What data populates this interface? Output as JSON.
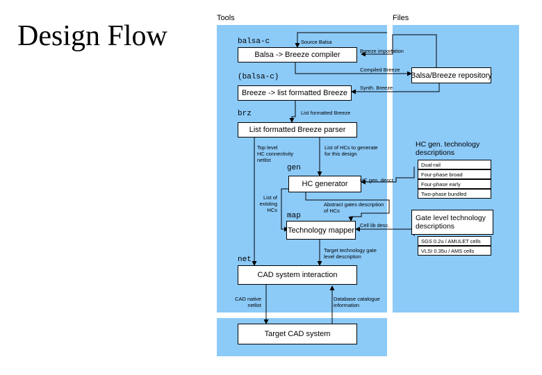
{
  "title": "Design Flow",
  "columns": {
    "tools": "Tools",
    "files": "Files"
  },
  "flow": {
    "balsa_c_cmd": "balsa-c",
    "source_balsa": "Source Balsa",
    "breeze_importation": "Breeze importation",
    "balsa_compiler": "Balsa -> Breeze compiler",
    "compiled_breeze": "Compiled Breeze",
    "balsa_c_paren": "(balsa-c)",
    "repository": "Balsa/Breeze repository",
    "synth_breeze": "Synth. Breeze",
    "list_formatter": "Breeze -> list formatted Breeze",
    "brz_cmd": "brz",
    "list_formatted_breeze": "List formatted Breeze",
    "parser": "List formatted Breeze parser",
    "top_level_netlist": [
      "Top level",
      "HC connectivity",
      "netlist"
    ],
    "list_hcs_generate": [
      "List of HCs to generate",
      "for this design"
    ],
    "gen_cmd": "gen",
    "hc_gen_descr": "HC gen. descr.",
    "hc_generator": "HC generator",
    "list_existing_hcs": [
      "List of",
      "existing",
      "HCs"
    ],
    "map_cmd": "map",
    "abstract_gates": [
      "Abstract gates description",
      "of HCs"
    ],
    "cell_lib_desc": "Cell lib desc.",
    "tech_mapper": "Technology mapper",
    "target_gate_desc": [
      "Target technology gate",
      "level description"
    ],
    "net_cmd": "net",
    "cad_interaction": "CAD system interaction",
    "cad_native_netlist": [
      "CAD native",
      "netlist"
    ],
    "db_catalogue": [
      "Database catalogue",
      "information"
    ],
    "target_cad": "Target CAD system"
  },
  "hc_gen_tech": {
    "title": [
      "HC gen. technology",
      "descriptions"
    ],
    "items": [
      "Dual-rail",
      "Four-phase broad",
      "Four-phase early",
      "Two-phase bundled"
    ]
  },
  "gate_tech": {
    "title": [
      "Gate level technology",
      "descriptions"
    ],
    "items": [
      "SGS 0.2u / AMULET cells",
      "VLSI 0.35u / AMS cells"
    ]
  }
}
